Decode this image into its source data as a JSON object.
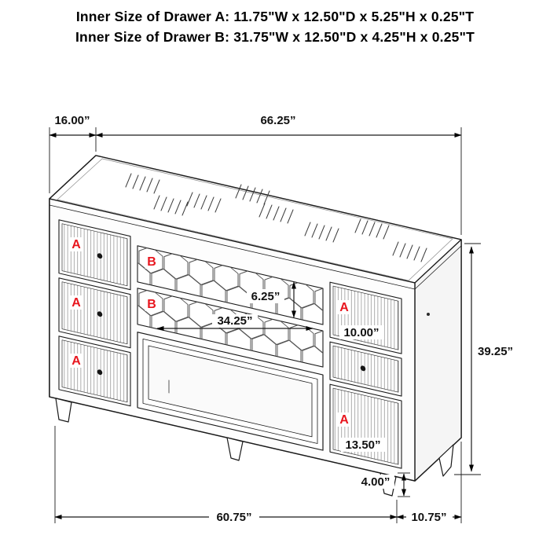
{
  "header": {
    "line1": "Inner Size of Drawer A: 11.75\"W x 12.50\"D x 5.25\"H x 0.25\"T",
    "line2": "Inner Size of Drawer B: 31.75\"W x 12.50\"D x 4.25\"H x 0.25\"T"
  },
  "diagram": {
    "drawer_labels": {
      "a": "A",
      "b": "B"
    },
    "dims": {
      "depth_top": "16.00”",
      "width_top": "66.25”",
      "drawer_b_height": "6.25”",
      "drawer_b_width": "34.25”",
      "right_top_drawer_height": "10.00”",
      "overall_height": "39.25”",
      "right_bottom_drawer_height": "13.50”",
      "leg_height": "4.00”",
      "width_bottom": "60.75”",
      "depth_bottom": "10.75”"
    },
    "colors": {
      "label_red": "#e8161e",
      "line": "#1a1a1a"
    }
  }
}
